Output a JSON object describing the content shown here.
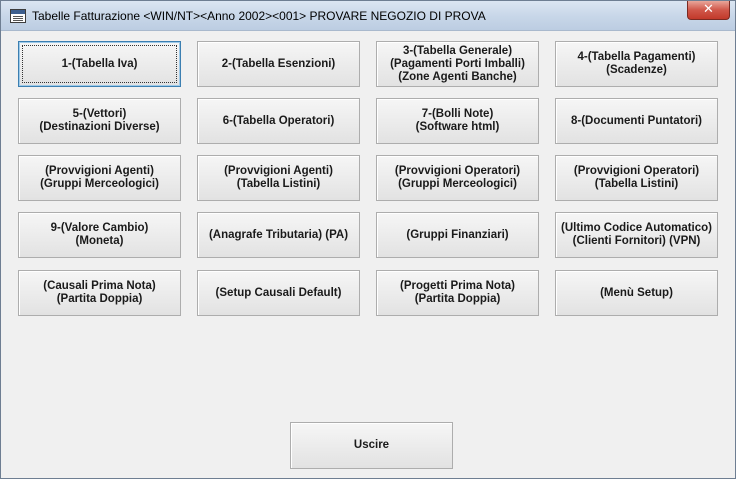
{
  "window": {
    "title": "Tabelle Fatturazione <WIN/NT><Anno 2002><001> PROVARE NEGOZIO DI PROVA",
    "close_label": "✕"
  },
  "buttons": [
    {
      "id": "btn-1",
      "lines": [
        "1-(Tabella Iva)"
      ]
    },
    {
      "id": "btn-2",
      "lines": [
        "2-(Tabella Esenzioni)"
      ]
    },
    {
      "id": "btn-3",
      "lines": [
        "3-(Tabella Generale)",
        "(Pagamenti Porti Imballi)",
        "(Zone Agenti Banche)"
      ]
    },
    {
      "id": "btn-4",
      "lines": [
        "4-(Tabella Pagamenti)",
        "(Scadenze)"
      ]
    },
    {
      "id": "btn-5",
      "lines": [
        "5-(Vettori)",
        "(Destinazioni Diverse)"
      ]
    },
    {
      "id": "btn-6",
      "lines": [
        "6-(Tabella Operatori)"
      ]
    },
    {
      "id": "btn-7",
      "lines": [
        "7-(Bolli Note)",
        "(Software html)"
      ]
    },
    {
      "id": "btn-8",
      "lines": [
        "8-(Documenti Puntatori)"
      ]
    },
    {
      "id": "btn-9",
      "lines": [
        "(Provvigioni Agenti)",
        "(Gruppi Merceologici)"
      ]
    },
    {
      "id": "btn-10",
      "lines": [
        "(Provvigioni Agenti)",
        "(Tabella Listini)"
      ]
    },
    {
      "id": "btn-11",
      "lines": [
        "(Provvigioni Operatori)",
        "(Gruppi Merceologici)"
      ]
    },
    {
      "id": "btn-12",
      "lines": [
        "(Provvigioni Operatori)",
        "(Tabella Listini)"
      ]
    },
    {
      "id": "btn-13",
      "lines": [
        "9-(Valore Cambio)",
        "(Moneta)"
      ]
    },
    {
      "id": "btn-14",
      "lines": [
        "(Anagrafe Tributaria) (PA)"
      ]
    },
    {
      "id": "btn-15",
      "lines": [
        "(Gruppi Finanziari)"
      ]
    },
    {
      "id": "btn-16",
      "lines": [
        "(Ultimo Codice Automatico)",
        "(Clienti Fornitori) (VPN)"
      ]
    },
    {
      "id": "btn-17",
      "lines": [
        "(Causali Prima Nota)",
        "(Partita Doppia)"
      ]
    },
    {
      "id": "btn-18",
      "lines": [
        "(Setup Causali Default)"
      ]
    },
    {
      "id": "btn-19",
      "lines": [
        "(Progetti Prima Nota)",
        "(Partita Doppia)"
      ]
    },
    {
      "id": "btn-20",
      "lines": [
        "(Menù Setup)"
      ]
    }
  ],
  "exit_label": "Uscire",
  "focused_button": "btn-1"
}
